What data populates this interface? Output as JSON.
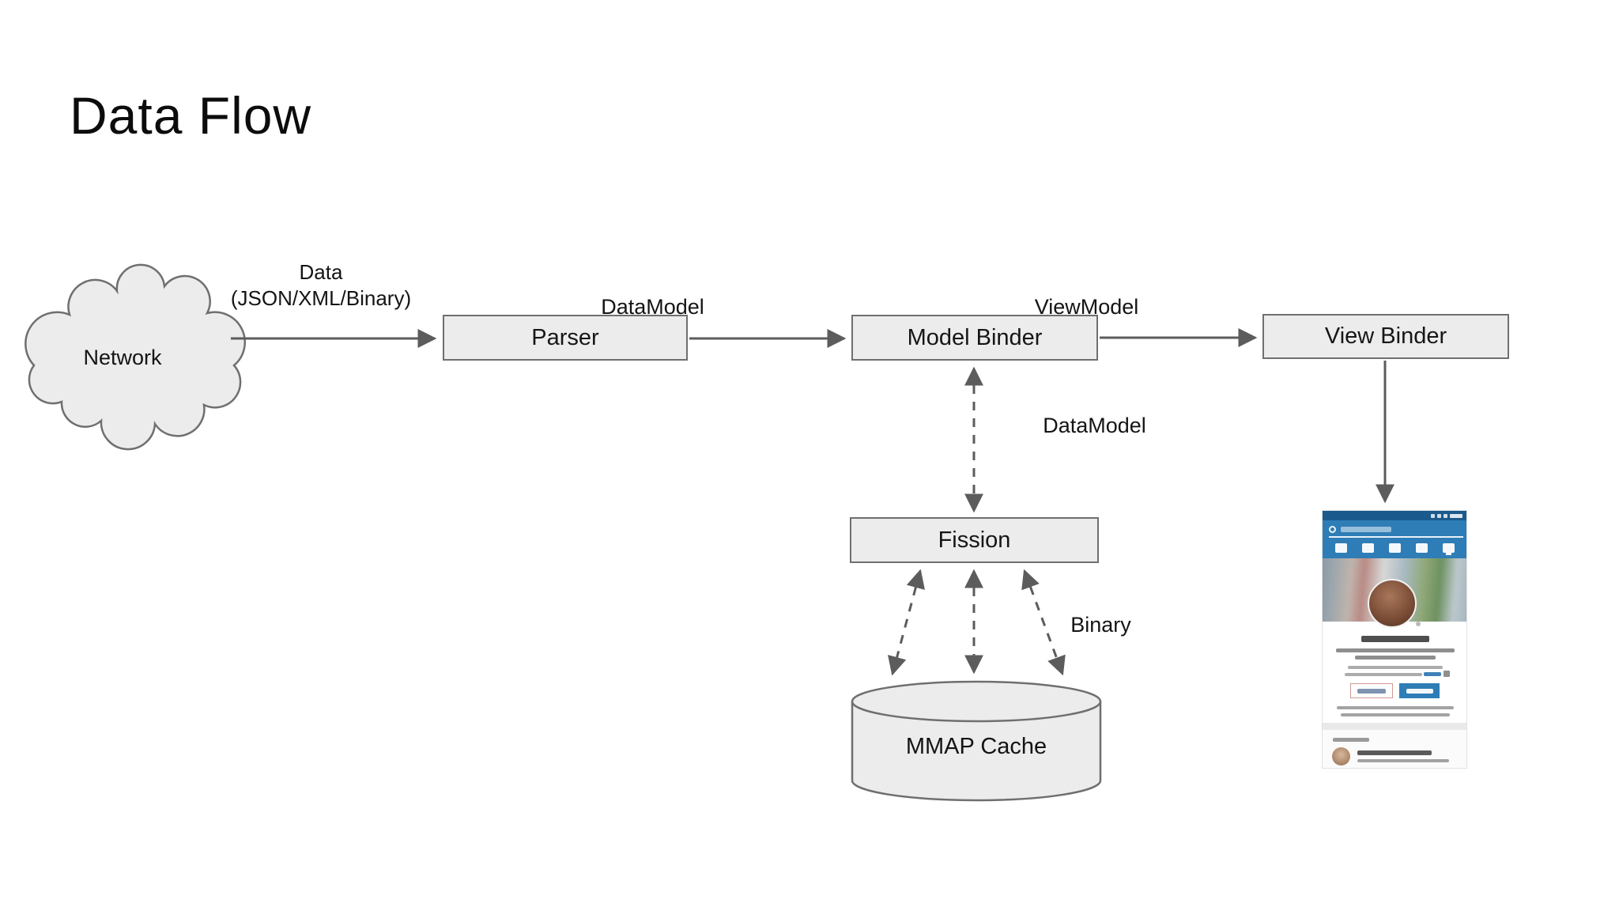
{
  "slide": {
    "title": "Data Flow"
  },
  "diagram": {
    "nodes": {
      "network": {
        "label": "Network",
        "shape": "cloud"
      },
      "parser": {
        "label": "Parser",
        "shape": "rect"
      },
      "model_binder": {
        "label": "Model Binder",
        "shape": "rect"
      },
      "view_binder": {
        "label": "View Binder",
        "shape": "rect"
      },
      "fission": {
        "label": "Fission",
        "shape": "rect"
      },
      "mmap_cache": {
        "label": "MMAP Cache",
        "shape": "cylinder"
      }
    },
    "edges": [
      {
        "from": "Network",
        "to": "Parser",
        "style": "solid-arrow",
        "label_line1": "Data",
        "label_line2": "(JSON/XML/Binary)"
      },
      {
        "from": "Parser",
        "to": "Model Binder",
        "style": "solid-arrow",
        "label": "DataModel"
      },
      {
        "from": "Model Binder",
        "to": "View Binder",
        "style": "solid-arrow",
        "label": "ViewModel"
      },
      {
        "from": "Model Binder",
        "to": "Fission",
        "style": "dashed-double-arrow",
        "label": "DataModel"
      },
      {
        "from": "Fission",
        "to": "MMAP Cache",
        "style": "dashed-double-arrow-x3",
        "label": "Binary"
      },
      {
        "from": "View Binder",
        "to": "phone-preview",
        "style": "solid-arrow"
      }
    ]
  },
  "phone_preview": {
    "description": "blurred mobile profile app screenshot"
  },
  "colors": {
    "background": "#ffffff",
    "node_fill": "#ececec",
    "node_border": "#6f6f6f",
    "arrow": "#5c5c5c",
    "text": "#141414",
    "phone_status_bar": "#1a5a8c",
    "phone_header_blue": "#2e7db6",
    "phone_button_blue": "#2e7db6"
  }
}
